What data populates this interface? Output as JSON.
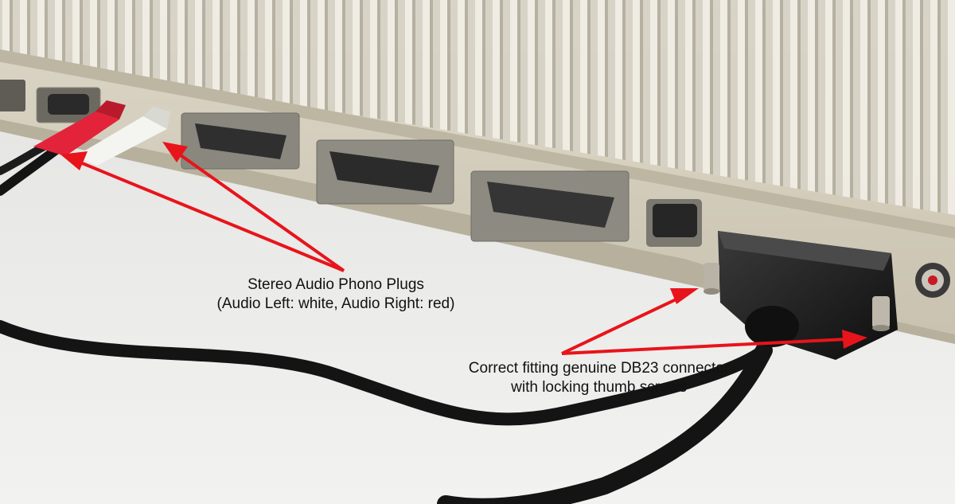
{
  "annotations": {
    "audio_plugs": {
      "line1": "Stereo Audio Phono Plugs",
      "line2": "(Audio Left:  white, Audio Right: red)"
    },
    "db23_connector": {
      "line1": "Correct fitting genuine DB23 connector",
      "line2": "with locking thumb screws"
    }
  },
  "colors": {
    "arrow": "#e8141b",
    "case": "#dcd6c4",
    "cable": "#151515",
    "background": "#ececea"
  }
}
